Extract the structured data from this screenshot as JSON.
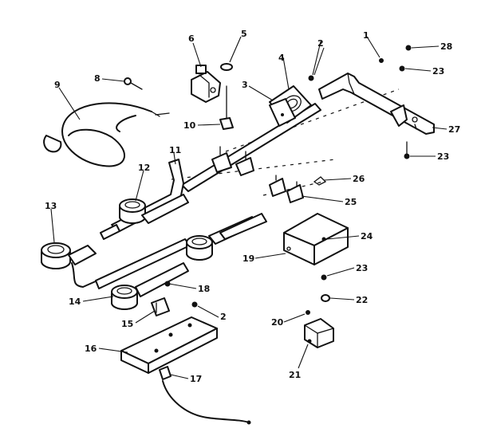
{
  "callouts": {
    "c1": "1",
    "c2": "2",
    "c2b": "2",
    "c3": "3",
    "c4": "4",
    "c5": "5",
    "c6": "6",
    "c8": "8",
    "c9": "9",
    "c10": "10",
    "c11": "11",
    "c12": "12",
    "c13": "13",
    "c14": "14",
    "c15": "15",
    "c16": "16",
    "c17": "17",
    "c18": "18",
    "c19": "19",
    "c20": "20",
    "c21": "21",
    "c22": "22",
    "c23a": "23",
    "c23b": "23",
    "c23c": "23",
    "c24": "24",
    "c25": "25",
    "c26": "26",
    "c27": "27",
    "c28": "28"
  },
  "colors": {
    "line": "#111111",
    "background": "#ffffff"
  }
}
